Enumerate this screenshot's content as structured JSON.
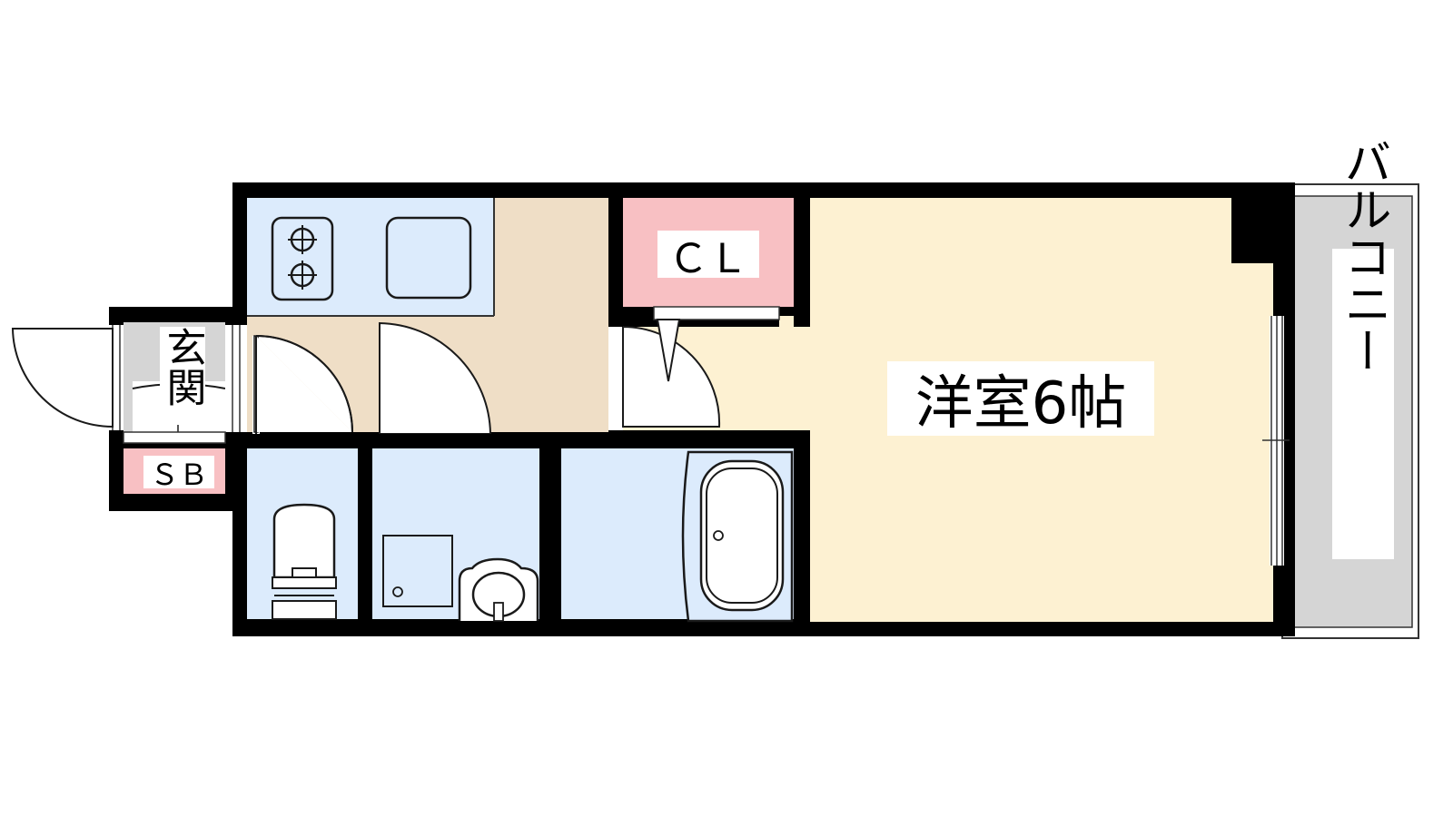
{
  "floorplan": {
    "colors": {
      "wall": "#000000",
      "wet_area": "#dcebfc",
      "living": "#fdf1d2",
      "hall": "#efdec6",
      "storage": "#f8c0c3",
      "balcony": "#d5d5d5",
      "entrance_floor": "#d5d5d5",
      "fixture_stroke": "#1a1a1a"
    },
    "rooms": {
      "entrance": {
        "label": "玄関",
        "icon": "entrance-area"
      },
      "shoe_box": {
        "label": "ＳＢ",
        "icon": "shoe-box"
      },
      "closet": {
        "label": "ＣＬ",
        "icon": "closet"
      },
      "western_room": {
        "label": "洋室6帖",
        "icon": "living-room"
      },
      "balcony": {
        "label": "バルコニー",
        "icon": "balcony"
      },
      "kitchen": {
        "icon": "two-burner-stove-icon"
      },
      "toilet": {
        "icon": "toilet-icon"
      },
      "washroom": {
        "icon": "washbasin-icon"
      },
      "bathroom": {
        "icon": "bathtub-icon"
      }
    }
  }
}
